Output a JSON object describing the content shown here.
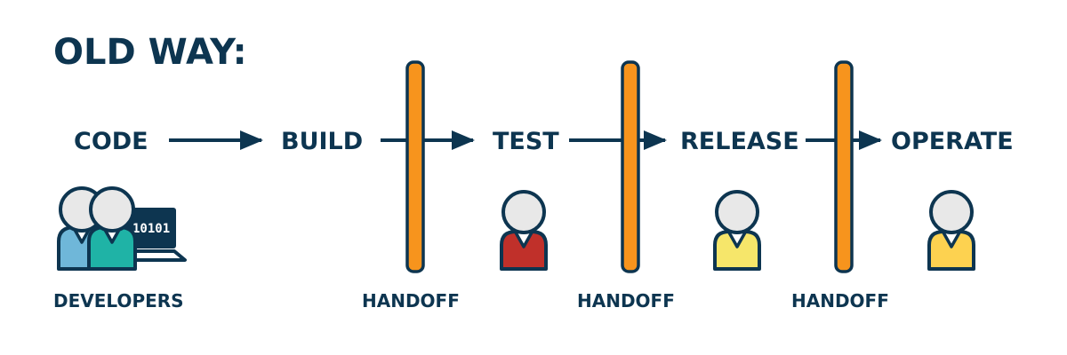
{
  "title": "OLD WAY:",
  "stages": [
    "CODE",
    "BUILD",
    "TEST",
    "RELEASE",
    "OPERATE"
  ],
  "developers_label": "DEVELOPERS",
  "handoff_label": "HANDOFF",
  "screen_code": "10101",
  "colors": {
    "text": "#0d3550",
    "handoff_bar": "#f7941d",
    "developer_1": "#6fb7d9",
    "developer_2": "#1fb3a6",
    "tester": "#c0302a",
    "releaser": "#f6e66a",
    "operator": "#fdd250",
    "head": "#e8e8e8"
  },
  "icons": [
    "developers-icon",
    "laptop-icon",
    "tester-person-icon",
    "release-person-icon",
    "operator-person-icon",
    "arrow-icon",
    "handoff-bar"
  ]
}
